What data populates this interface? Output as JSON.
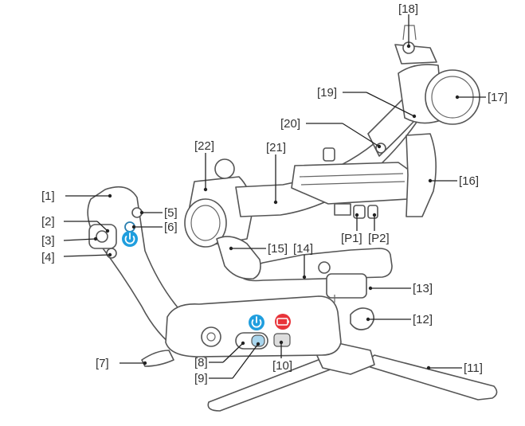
{
  "labels": {
    "l1": "[1]",
    "l2": "[2]",
    "l3": "[3]",
    "l4": "[4]",
    "l5": "[5]",
    "l6": "[6]",
    "l7": "[7]",
    "l8": "[8]",
    "l9": "[9]",
    "l10": "[10]",
    "l11": "[11]",
    "l12": "[12]",
    "l13": "[13]",
    "l14": "[14]",
    "l15": "[15]",
    "l16": "[16]",
    "l17": "[17]",
    "l18": "[18]",
    "l19": "[19]",
    "l20": "[20]",
    "l21": "[21]",
    "l22": "[22]",
    "p1": "[P1]",
    "p2": "[P2]"
  },
  "icons": {
    "handle_power": "power-icon",
    "base_power": "power-icon",
    "battery": "battery-icon"
  },
  "colors": {
    "power_blue": "#1f9ede",
    "battery_red": "#e8343a",
    "switch_blue": "#a9d6ee",
    "line": "#555555"
  }
}
